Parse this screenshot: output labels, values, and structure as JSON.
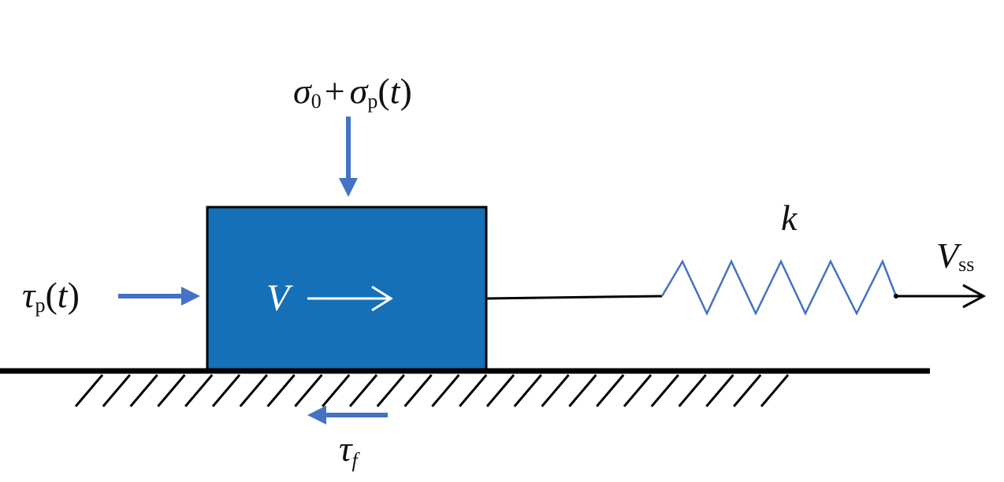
{
  "colors": {
    "block_fill": "#1570b8",
    "arrow_blue": "#4472c4",
    "spring_blue": "#4472c4",
    "ink": "#111111",
    "white": "#ffffff"
  },
  "labels": {
    "normal_stress": {
      "sigma1": "σ",
      "sub0": "0",
      "plus": "+",
      "sigma2": "σ",
      "subp": "p",
      "paren_open": "(",
      "t": "t",
      "paren_close": ")"
    },
    "shear_perturb": {
      "tau": "τ",
      "subp": "p",
      "paren_open": "(",
      "t": "t",
      "paren_close": ")"
    },
    "block_velocity": "V",
    "friction": {
      "tau": "τ",
      "subf": "f"
    },
    "stiffness": "k",
    "load_velocity": {
      "v": "V",
      "sub": "ss"
    }
  },
  "icons": {
    "normal_arrow": "arrow-down-icon",
    "shear_arrow": "arrow-right-icon",
    "velocity_arrow": "arrow-right-icon",
    "friction_arrow": "arrow-left-icon",
    "load_arrow": "arrow-right-icon"
  }
}
